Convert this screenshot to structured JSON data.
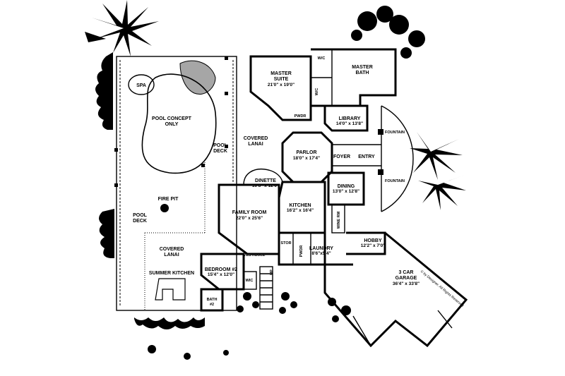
{
  "rooms": {
    "master_suite": {
      "name_line1": "MASTER",
      "name_line2": "SUITE",
      "dims": "21'0\" x 19'0\""
    },
    "master_bath": {
      "name_line1": "MASTER",
      "name_line2": "BATH"
    },
    "wic_top": {
      "name": "W/C"
    },
    "wic_side": {
      "name": "W/C"
    },
    "library": {
      "name": "LIBRARY",
      "dims": "14'0\" x 13'8\""
    },
    "pwdr_top": {
      "name": "PWDR"
    },
    "parlor": {
      "name": "PARLOR",
      "dims": "18'0\" x 17'4\""
    },
    "foyer": {
      "name": "FOYER"
    },
    "entry": {
      "name": "ENTRY"
    },
    "fountain_top": {
      "name": "FOUNTAIN"
    },
    "fountain_bottom": {
      "name": "FOUNTAIN"
    },
    "dining": {
      "name": "DINING",
      "dims": "13'0\" x 12'8\""
    },
    "dinette": {
      "name": "DINETTE",
      "dims": "10'8\" x 12'0\""
    },
    "kitchen": {
      "name": "KITCHEN",
      "dims": "16'2\" x 16'4\""
    },
    "family_room": {
      "name": "FAMILY ROOM",
      "dims": "22'0\" x 25'6\""
    },
    "wine_rm": {
      "name": "WINE RM"
    },
    "stor": {
      "name": "STOR"
    },
    "pwdr_bottom": {
      "name": "PWDR"
    },
    "laundry": {
      "name": "LAUNDRY",
      "dims": "8'6\"x5'4\""
    },
    "hobby": {
      "name": "HOBBY",
      "dims": "12'2\" x 7'0\""
    },
    "garage": {
      "name_line1": "3 CAR",
      "name_line2": "GARAGE",
      "dims": "36'4\" x 33'8\""
    },
    "vestibule": {
      "name": "VESTIBULE"
    },
    "bedroom2": {
      "name": "BEDROOM #2",
      "dims": "15'4\" x 12'0\""
    },
    "wic_bed": {
      "name": "WIC"
    },
    "bath2": {
      "name_line1": "BATH",
      "name_line2": "#2"
    },
    "up": {
      "name": "UP"
    }
  },
  "outdoor": {
    "spa": "SPA",
    "pool_concept_line1": "POOL CONCEPT",
    "pool_concept_line2": "ONLY",
    "pool_deck_top_line1": "POOL",
    "pool_deck_top_line2": "DECK",
    "pool_deck_left_line1": "POOL",
    "pool_deck_left_line2": "DECK",
    "covered_lanai_top_line1": "COVERED",
    "covered_lanai_top_line2": "LANAI",
    "covered_lanai_bottom_line1": "COVERED",
    "covered_lanai_bottom_line2": "LANAI",
    "fire_pit": "FIRE PIT",
    "summer_kitchen": "SUMMER KITCHEN"
  },
  "copyright": "© by Designer. All Rights Reserved",
  "colors": {
    "ink": "#000000",
    "paper": "#ffffff"
  }
}
